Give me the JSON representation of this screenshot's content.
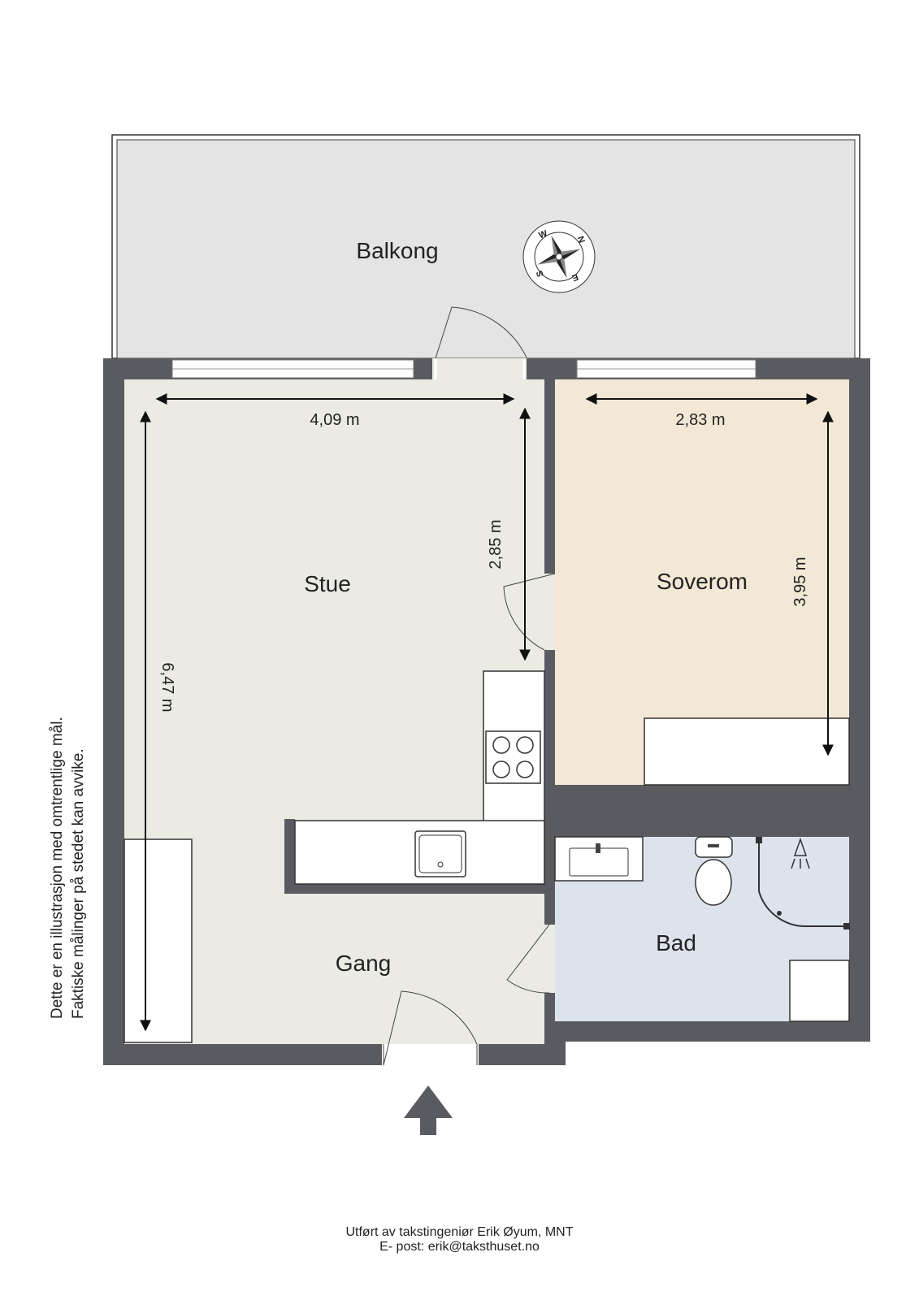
{
  "rooms": {
    "balkong": "Balkong",
    "stue": "Stue",
    "soverom": "Soverom",
    "gang": "Gang",
    "bad": "Bad"
  },
  "dimensions": {
    "stue_width": "4,09 m",
    "stue_depth": "2,85 m",
    "stue_length": "6,47 m",
    "soverom_width": "2,83 m",
    "soverom_depth": "3,95 m"
  },
  "compass": {
    "n": "N",
    "e": "E",
    "s": "S",
    "w": "W"
  },
  "disclaimer": {
    "line1": "Dette er en illustrasjon med omtrentlige mål.",
    "line2": "Faktiske målinger på stedet kan avvike."
  },
  "footer": {
    "line1": "Utført av takstingeniør Erik Øyum, MNT",
    "line2": "E- post: erik@taksthuset.no"
  },
  "colors": {
    "wall": "#5a5b60",
    "balcony": "#e4e4e4",
    "stue_floor": "#ebebe4",
    "soverom_floor": "#f3e8d5",
    "bad_floor": "#dde3ec"
  }
}
